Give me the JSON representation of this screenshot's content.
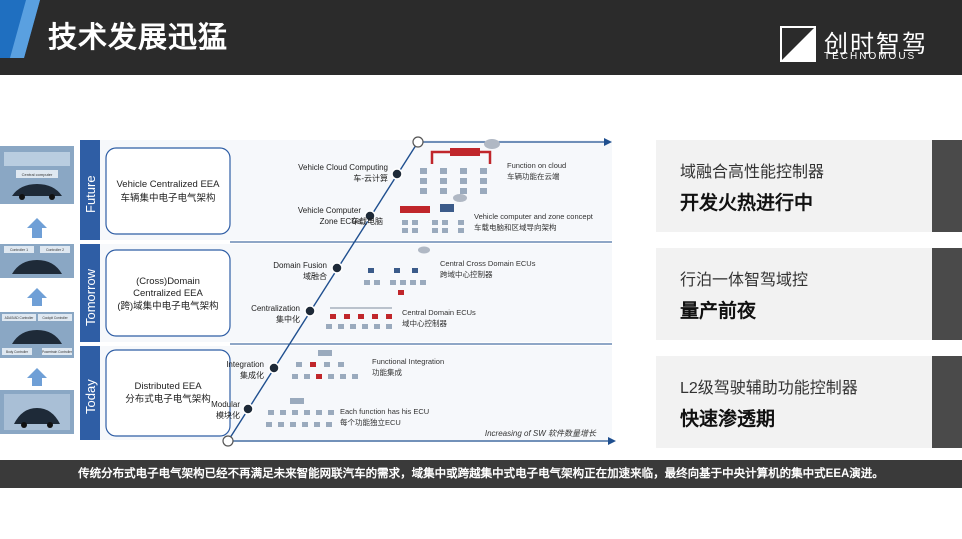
{
  "header": {
    "title": "技术发展迅猛"
  },
  "logo": {
    "name_cn": "创时智驾",
    "name_en": "TECHNOMOUS"
  },
  "diagram": {
    "eras": [
      {
        "era": "Future",
        "architecture_en": "Vehicle Centralized EEA",
        "architecture_cn": "车辆集中电子电气架构"
      },
      {
        "era": "Tomorrow",
        "architecture_en_1": "(Cross)Domain",
        "architecture_en_2": "Centralized EEA",
        "architecture_cn": "(跨)域集中电子电气架构"
      },
      {
        "era": "Today",
        "architecture_en": "Distributed EEA",
        "architecture_cn": "分布式电子电气架构"
      }
    ],
    "stages": [
      {
        "en": "Vehicle Cloud Computing",
        "cn": "车-云计算",
        "desc_en": "Function on cloud",
        "desc_cn": "车辆功能在云端"
      },
      {
        "en_1": "Vehicle Computer",
        "en_2": "Zone ECUs",
        "cn": "车载电脑",
        "desc_en": "Vehicle computer and zone concept",
        "desc_cn": "车载电脑和区域导向架构"
      },
      {
        "en": "Domain Fusion",
        "cn": "域融合",
        "desc_en": "Central Cross Domain ECUs",
        "desc_cn": "跨域中心控制器"
      },
      {
        "en": "Centralization",
        "cn": "集中化",
        "desc_en": "Central Domain ECUs",
        "desc_cn": "域中心控制器"
      },
      {
        "en": "Integration",
        "cn": "集成化",
        "desc_en": "Functional Integration",
        "desc_cn": "功能集成"
      },
      {
        "en": "Modular",
        "cn": "模块化",
        "desc_en": "Each function has his ECU",
        "desc_cn": "每个功能独立ECU"
      }
    ],
    "axis_label": "Increasing of SW 软件数量增长",
    "thumb_labels": [
      "Central computer",
      "Controller 1",
      "Controller 2",
      "ADAS/AD Controller",
      "Cockpit Controller",
      "Body Controller",
      "Powertrain Controller"
    ]
  },
  "cards": [
    {
      "sub": "域融合高性能控制器",
      "main": "开发火热进行中"
    },
    {
      "sub": "行泊一体智驾域控",
      "main": "量产前夜"
    },
    {
      "sub": "L2级驾驶辅助功能控制器",
      "main": "快速渗透期"
    }
  ],
  "caption": "传统分布式电子电气架构已经不再满足未来智能网联汽车的需求，域集中或跨越集中式电子电气架构正在加速来临，最终向基于中央计算机的集中式EEA演进。",
  "colors": {
    "header_bg": "#2b2b2b",
    "accent_blue": "#1f5fa8",
    "ecu_red": "#c0262b",
    "ecu_blue": "#3b5b8a"
  }
}
